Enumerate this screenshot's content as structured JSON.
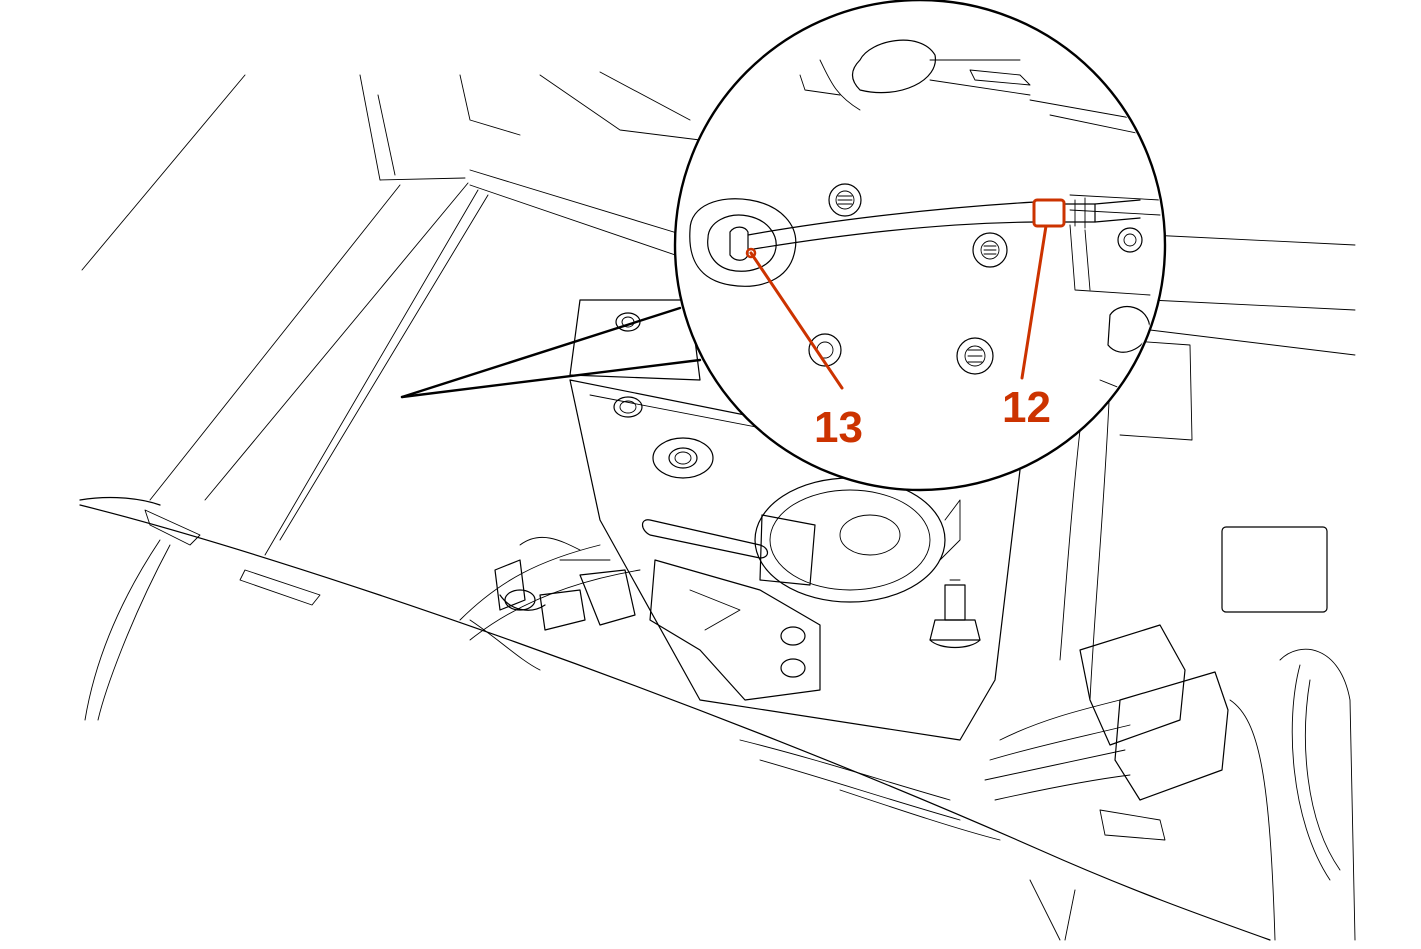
{
  "colors": {
    "line": "#000000",
    "callout": "#cc3300",
    "background": "#ffffff"
  },
  "callouts": [
    {
      "label": "13",
      "part": "hose-end-fitting"
    },
    {
      "label": "12",
      "part": "hose-connector-sleeve"
    }
  ]
}
